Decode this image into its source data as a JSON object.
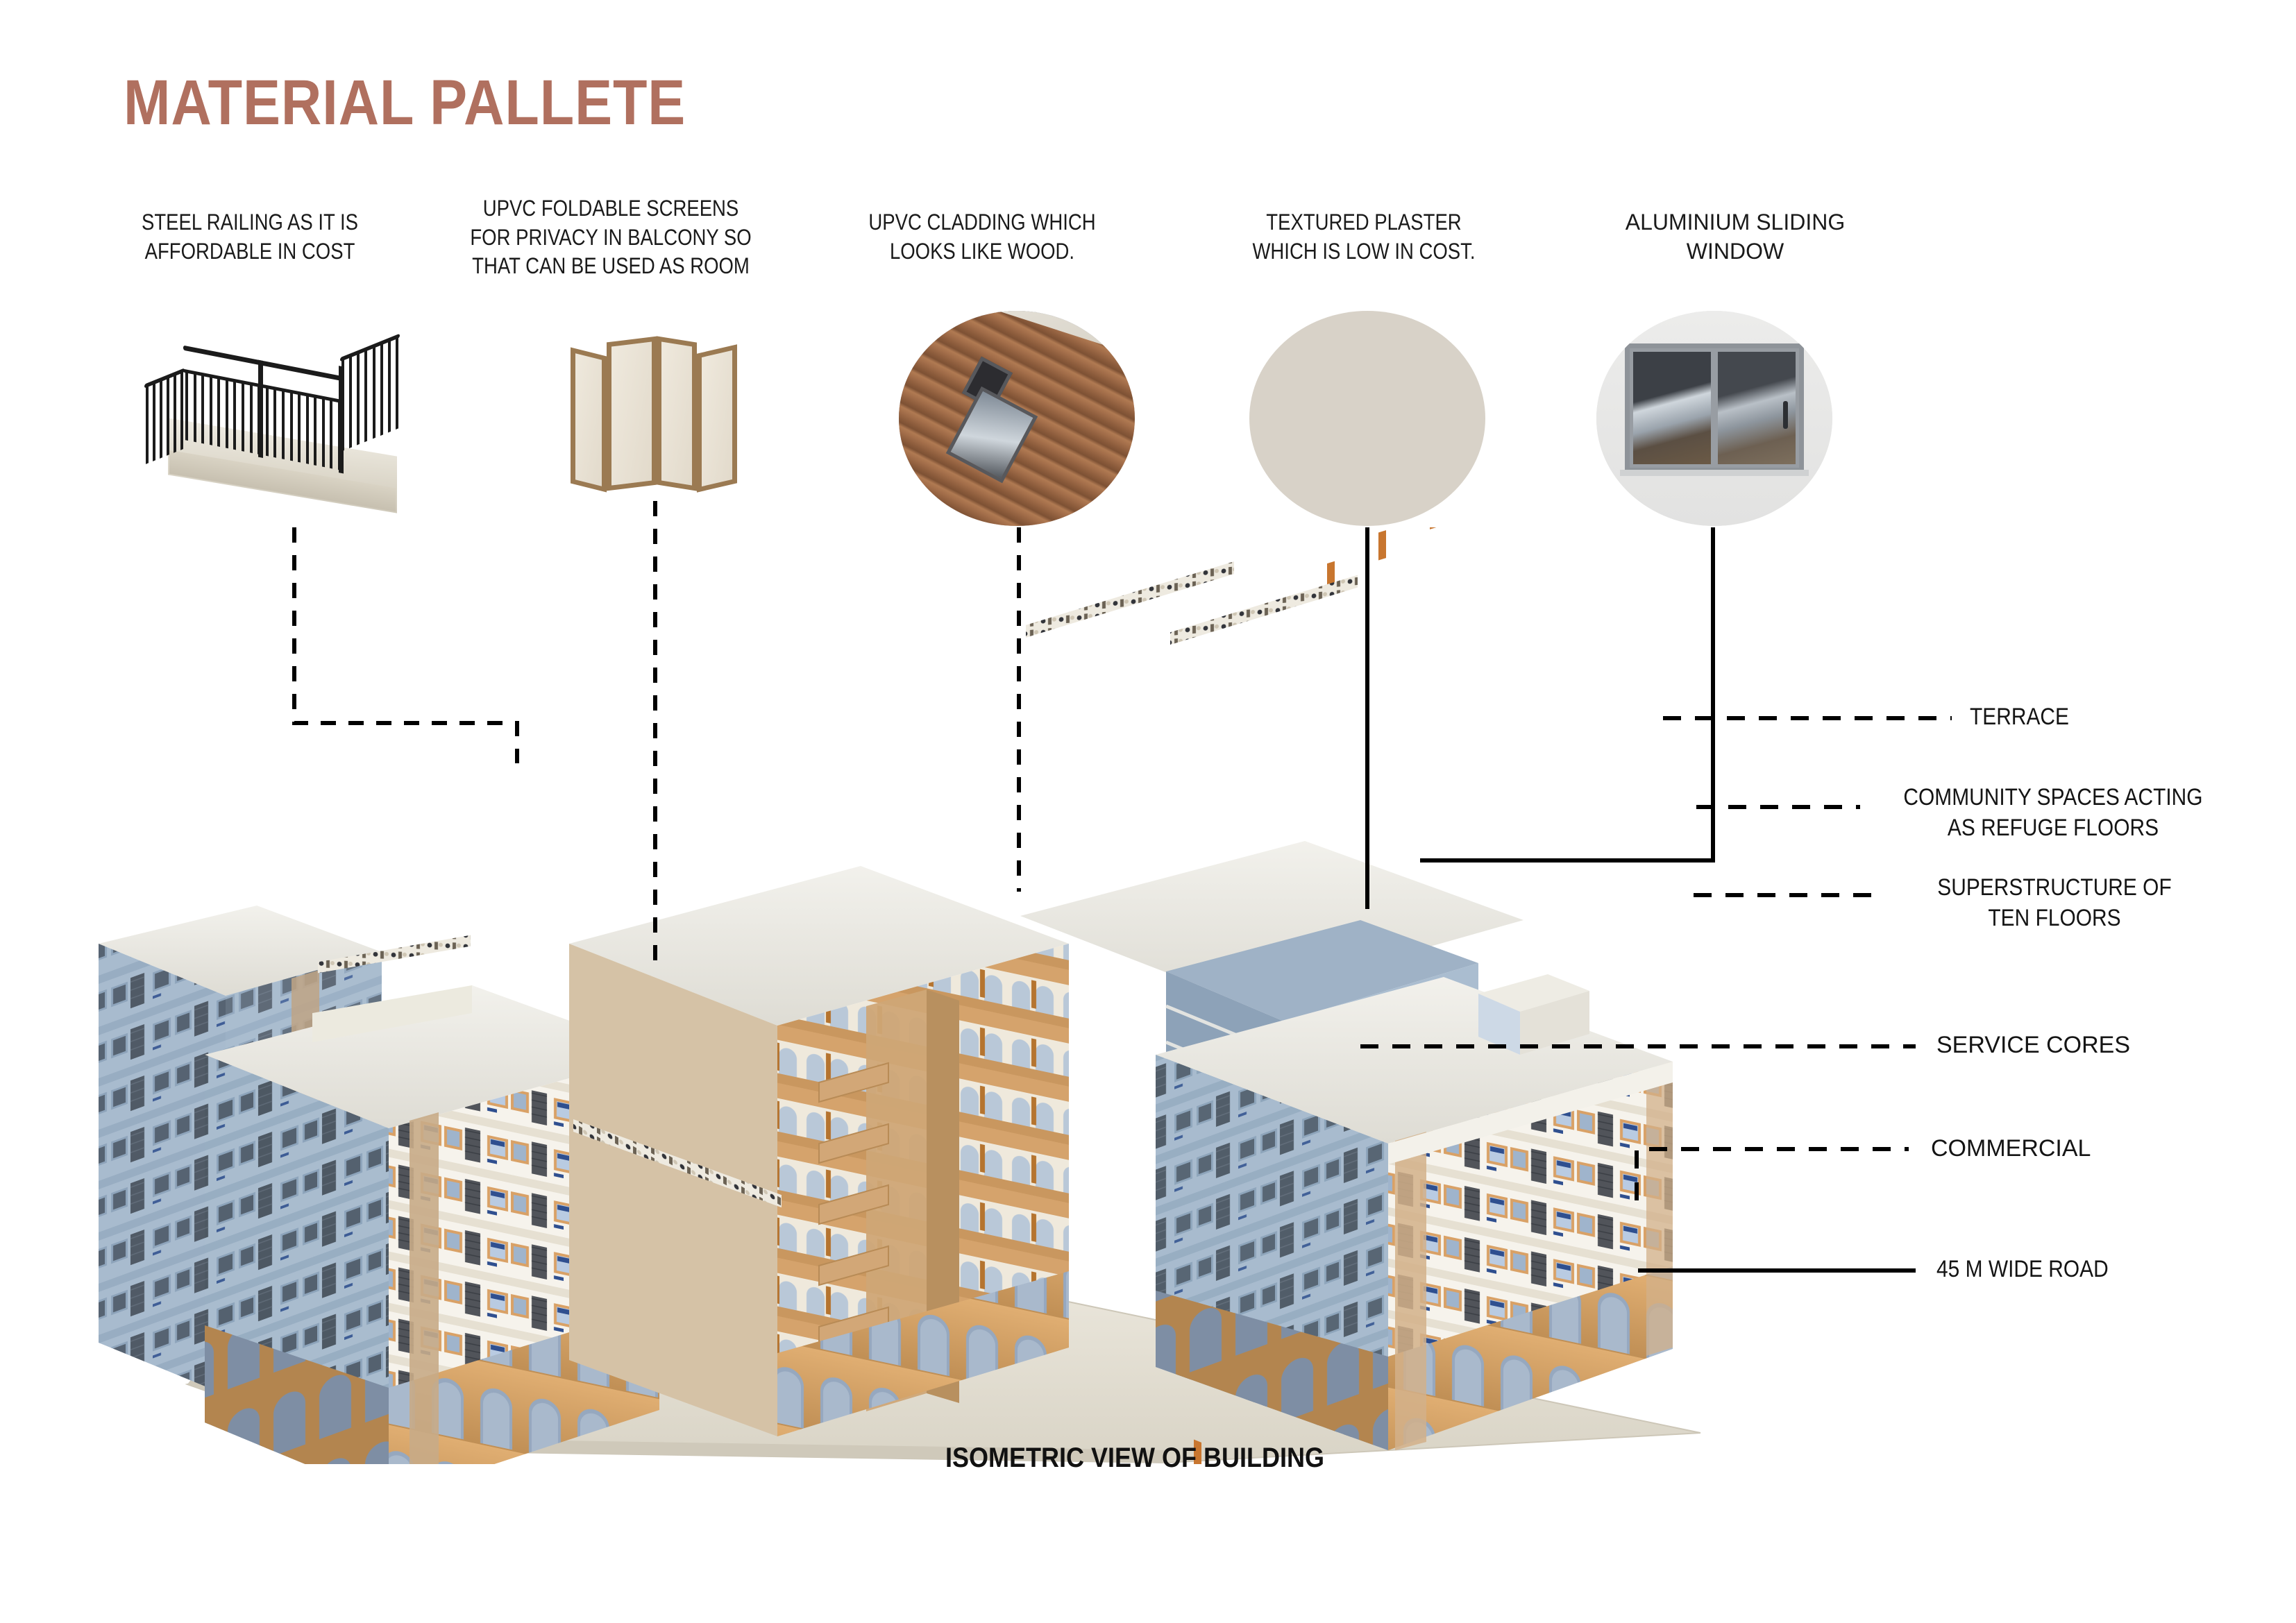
{
  "board": {
    "title": "MATERIAL PALLETE",
    "title_color": "#b0705f",
    "view_caption": "ISOMETRIC VIEW OF BUILDING",
    "background_color": "#ffffff"
  },
  "materials": [
    {
      "id": "steel-railing",
      "caption_line1": "STEEL RAILING AS IT IS",
      "caption_line2": "AFFORDABLE IN COST",
      "swatch_kind": "railing-illustration",
      "colors": {
        "metal": "#1b1b1b",
        "slab": "#e3ded0"
      }
    },
    {
      "id": "upvc-foldable-screens",
      "caption_line1": "UPVC FOLDABLE SCREENS",
      "caption_line2": "FOR PRIVACY IN BALCONY SO",
      "caption_line3": "THAT CAN BE USED AS ROOM",
      "swatch_kind": "folding-screen-illustration",
      "colors": {
        "frame": "#9b7a52",
        "panel": "#efe9dd"
      }
    },
    {
      "id": "upvc-cladding",
      "caption_line1": "UPVC CLADDING WHICH",
      "caption_line2": "LOOKS LIKE WOOD.",
      "swatch_kind": "circular-photo",
      "colors": {
        "wood": "#a36e4a",
        "sky": "#8fb4dd"
      }
    },
    {
      "id": "textured-plaster",
      "caption_line1": "TEXTURED PLASTER",
      "caption_line2": "WHICH IS LOW IN COST.",
      "swatch_kind": "circular-texture",
      "colors": {
        "plaster": "#d8d2c8"
      }
    },
    {
      "id": "aluminium-sliding-window",
      "caption_line1": "ALUMINIUM SLIDING",
      "caption_line2": "WINDOW",
      "swatch_kind": "circular-photo",
      "colors": {
        "frame": "#8e9399",
        "glass": "#3c4046"
      }
    }
  ],
  "annotations": [
    {
      "id": "terrace",
      "label": "TERRACE",
      "style": "condensed"
    },
    {
      "id": "community-spaces",
      "label_line1": "COMMUNITY SPACES ACTING",
      "label_line2": "AS REFUGE FLOORS",
      "style": "condensed"
    },
    {
      "id": "superstructure",
      "label_line1": "SUPERSTRUCTURE OF",
      "label_line2": "TEN FLOORS",
      "style": "condensed"
    },
    {
      "id": "service-cores",
      "label": "SERVICE CORES",
      "style": "normal"
    },
    {
      "id": "commercial",
      "label": "COMMERCIAL",
      "style": "normal"
    },
    {
      "id": "road",
      "label": "45 M WIDE ROAD",
      "style": "condensed"
    }
  ],
  "building": {
    "palette": {
      "lit_face": "#f4f1e9",
      "shade_face": "#aec0d2",
      "deep_shade": "#8fa4ba",
      "roof": "#e9e9e4",
      "accent_tan": "#d8a367",
      "accent_tan_dark": "#b98448",
      "window_blue": "#2f4f8f",
      "railing": "#3b3f46",
      "ground": "#e7e3d8"
    },
    "floors": 10
  }
}
